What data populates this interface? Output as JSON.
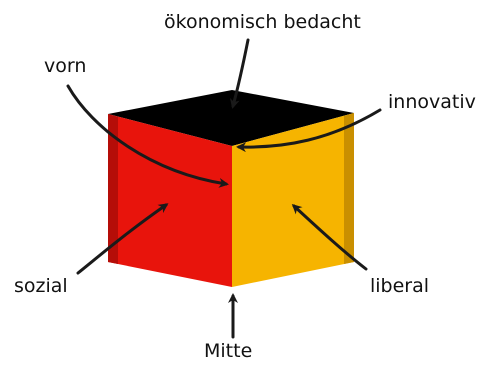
{
  "diagram": {
    "labels": {
      "top": "ökonomisch bedacht",
      "front": "vorn",
      "right_top": "innovativ",
      "left": "sozial",
      "right": "liberal",
      "bottom": "Mitte"
    },
    "colors": {
      "top_face": "#000000",
      "left_face": "#e8140c",
      "right_face": "#f6b400",
      "left_edge_shade": "#b50d08",
      "right_edge_shade": "#c98f00",
      "arrow": "#1a1a1a",
      "text": "#111111"
    }
  }
}
